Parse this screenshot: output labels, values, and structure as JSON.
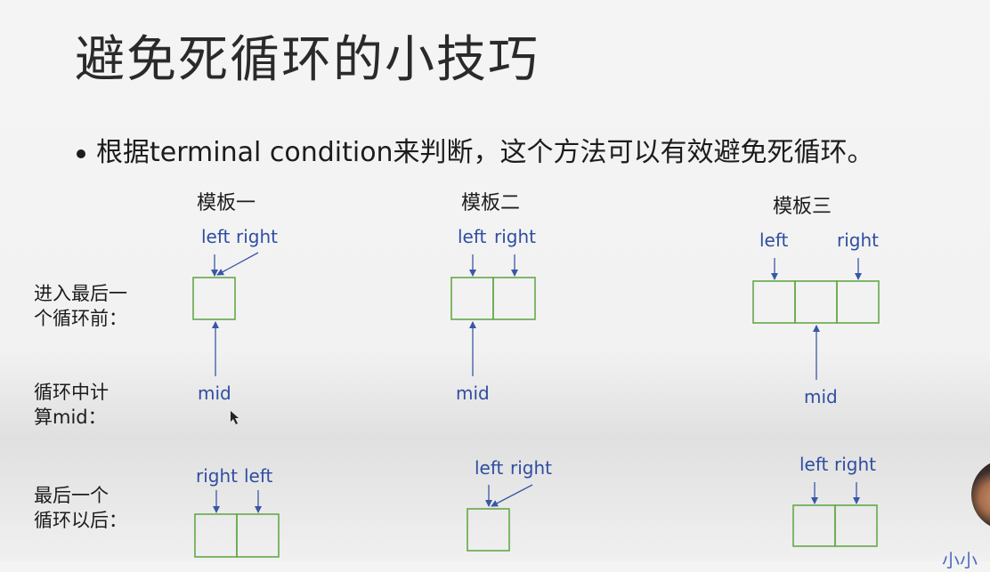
{
  "slide": {
    "title": "避免死循环的小技巧",
    "bullet": "根据terminal condition来判断，这个方法可以有效避免死循环。",
    "templates": [
      "模板一",
      "模板二",
      "模板三"
    ],
    "row_labels": [
      "进入最后一\n个循环前：",
      "循环中计\n算mid：",
      "最后一个\n循环以后："
    ],
    "labels": {
      "left": "left",
      "right": "right",
      "mid": "mid"
    },
    "watermark": "小小"
  },
  "colors": {
    "box_border": "#64a84a",
    "arrow": "#3a57a6",
    "label": "#2f4ea1"
  }
}
